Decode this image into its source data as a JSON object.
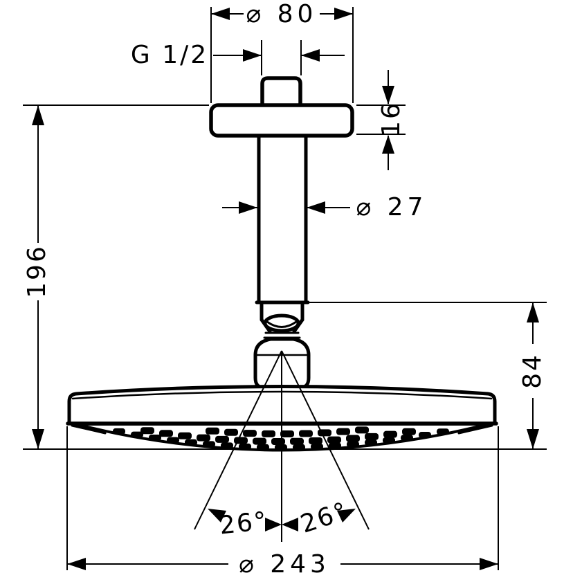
{
  "labels": {
    "top_diameter": "⌀ 80",
    "thread_size": "G 1/2",
    "flange_height": "16",
    "arm_diameter": "⌀ 27",
    "overall_height": "196",
    "head_height": "84",
    "spray_angle_left": "26°",
    "spray_angle_right": "26°",
    "head_diameter": "⌀ 243"
  },
  "colors": {
    "line": "#000000",
    "background": "#ffffff"
  }
}
